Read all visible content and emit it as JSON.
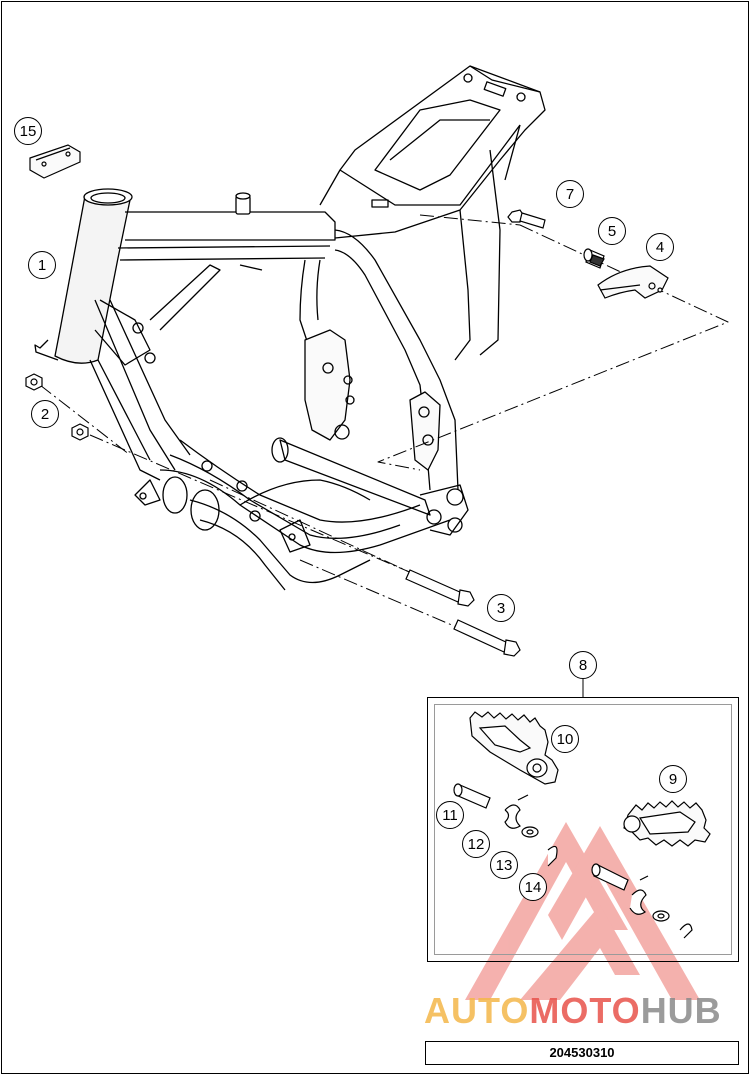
{
  "callouts": {
    "c1": "1",
    "c2": "2",
    "c3": "3",
    "c4": "4",
    "c5": "5",
    "c6": "7",
    "c7": "8",
    "c8": "9",
    "c9": "10",
    "c10": "11",
    "c11": "12",
    "c12": "13",
    "c13": "14",
    "c14": "15"
  },
  "reference_number": "204530310",
  "watermark": {
    "part_a": "AUTO",
    "part_b": "MOTO",
    "part_c": "HUB",
    "colors": {
      "auto": "#f4b74a",
      "moto": "#e8534b",
      "hub": "#8a8a8a",
      "triangle": "#e8534b"
    }
  },
  "line_color": "#000000"
}
